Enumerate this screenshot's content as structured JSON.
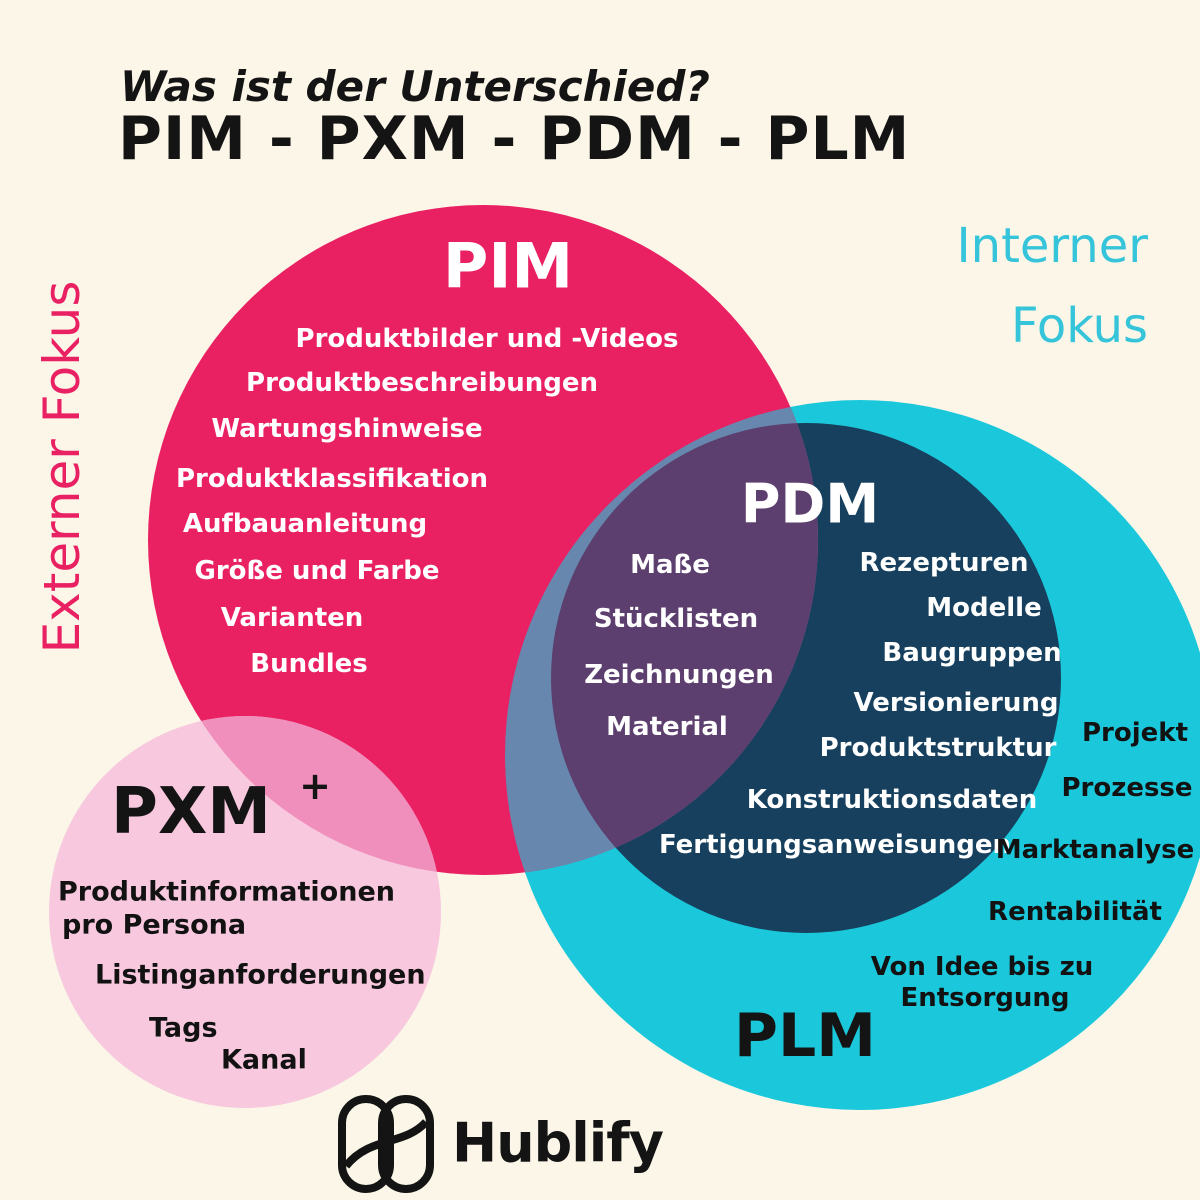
{
  "title": {
    "question": "Was ist der Unterschied?",
    "acronyms": "PIM - PXM - PDM - PLM"
  },
  "focus": {
    "external": "Externer Fokus",
    "internal_line1": "Interner",
    "internal_line2": "Fokus"
  },
  "colors": {
    "background": "#FBF6E8",
    "pim_circle": "#E92163",
    "pxm_circle": "#F7C8DE",
    "pxm_pim_overlap": "#F08FBB",
    "plm_circle": "#1BC8DB",
    "pdm_circle": "#16405E",
    "pim_pdm_overlap": "#5C3F6E",
    "pim_plm_overlap": "#6787AE",
    "external_label": "#E92163",
    "internal_label": "#35C4D9"
  },
  "venn": {
    "pim": {
      "label": "PIM",
      "items": [
        "Produktbilder und -Videos",
        "Produktbeschreibungen",
        "Wartungshinweise",
        "Produktklassifikation",
        "Aufbauanleitung",
        "Größe und Farbe",
        "Varianten",
        "Bundles"
      ]
    },
    "pxm": {
      "label": "PXM",
      "plus": "+",
      "items": [
        "Produktinformationen",
        "pro Persona",
        "Listinganforderungen",
        "Tags",
        "Kanal"
      ]
    },
    "pdm": {
      "label": "PDM",
      "shared_items": [
        "Maße",
        "Stücklisten",
        "Zeichnungen",
        "Material"
      ],
      "items": [
        "Rezepturen",
        "Modelle",
        "Baugruppen",
        "Versionierung",
        "Produktstruktur",
        "Konstruktionsdaten",
        "Fertigungsanweisungen"
      ]
    },
    "plm": {
      "label": "PLM",
      "items": [
        "Projekt",
        "Prozesse",
        "Marktanalyse",
        "Rentabilität"
      ],
      "lifecycle_line1": "Von Idee bis zu",
      "lifecycle_line2": "Entsorgung"
    }
  },
  "footer": {
    "brand": "Hublify"
  }
}
